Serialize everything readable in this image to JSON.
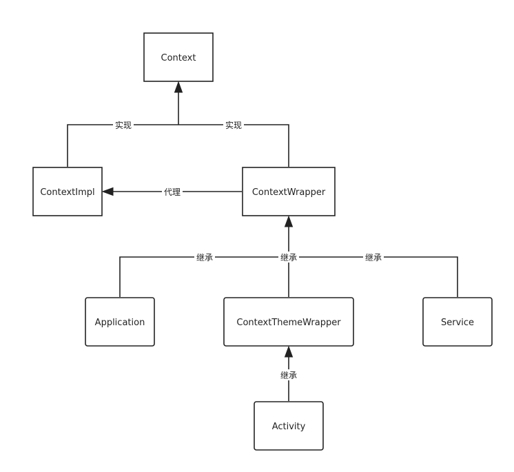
{
  "nodes": {
    "context": "Context",
    "context_impl": "ContextImpl",
    "context_wrapper": "ContextWrapper",
    "application": "Application",
    "context_theme_wrapper": "ContextThemeWrapper",
    "service": "Service",
    "activity": "Activity"
  },
  "edges": {
    "impl_implements": "实现",
    "wrapper_implements": "实现",
    "wrapper_delegates": "代理",
    "application_inherits": "继承",
    "theme_wrapper_inherits": "继承",
    "service_inherits": "继承",
    "activity_inherits": "继承"
  },
  "colors": {
    "stroke": "#222222",
    "background": "#ffffff"
  }
}
